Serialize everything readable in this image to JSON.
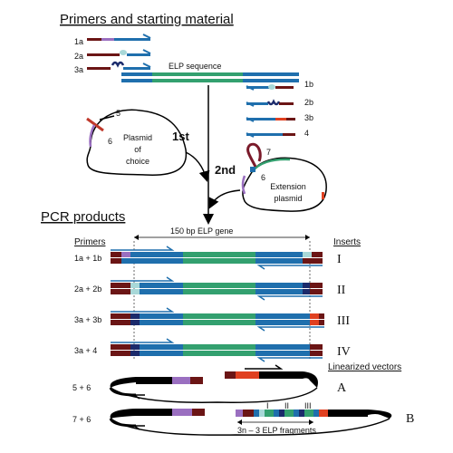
{
  "headings": {
    "top": "Primers and starting material",
    "pcr": "PCR products"
  },
  "primers_left": [
    "1a",
    "2a",
    "3a"
  ],
  "primers_right": [
    "1b",
    "2b",
    "3b",
    "4"
  ],
  "elp_sequence_label": "ELP sequence",
  "plasmid1": {
    "line1": "Plasmid",
    "line2": "of",
    "line3": "choice",
    "site_a": "5",
    "site_b": "6"
  },
  "plasmid2": {
    "line1": "Extension",
    "line2": "plasmid",
    "site_a": "7",
    "site_b": "6"
  },
  "steps": {
    "first": "1st",
    "second": "2nd"
  },
  "gene_label": "150 bp ELP gene",
  "col_primers": "Primers",
  "col_inserts": "Inserts",
  "rows": [
    {
      "primers": "1a + 1b",
      "insert": "I"
    },
    {
      "primers": "2a + 2b",
      "insert": "II"
    },
    {
      "primers": "3a + 3b",
      "insert": "III"
    },
    {
      "primers": "3a + 4",
      "insert": "IV"
    }
  ],
  "linearized_label": "Linearized vectors",
  "vectors": [
    {
      "primers": "5 + 6",
      "label": "A"
    },
    {
      "primers": "7 + 6",
      "label": "B"
    }
  ],
  "fragment_marks": [
    "I",
    "II",
    "III"
  ],
  "fragments_label": "3n – 3 ELP fragments",
  "colors": {
    "blue": "#1f6fad",
    "green": "#33a06f",
    "maroon": "#6b1515",
    "purple": "#9a6fc0",
    "lightcyan": "#a8d8d8",
    "navy": "#1b2a6b",
    "red": "#e04020",
    "black": "#000000"
  }
}
